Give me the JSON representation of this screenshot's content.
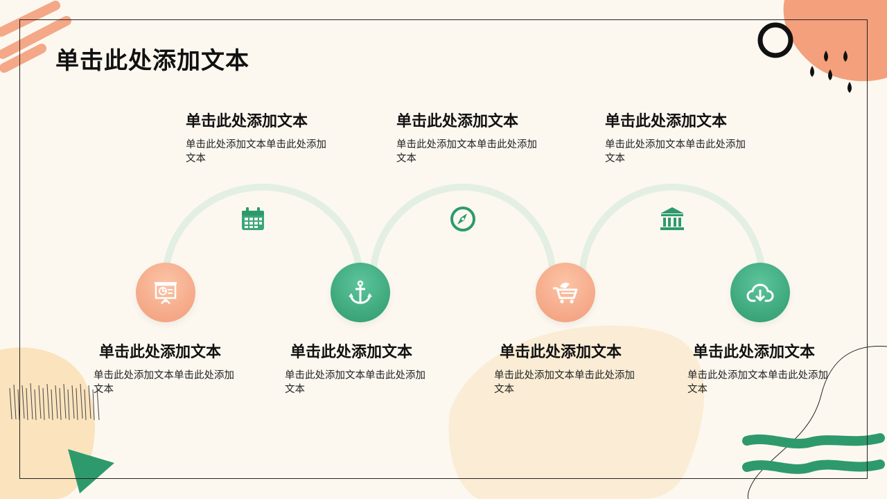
{
  "page": {
    "title": "单击此处添加文本"
  },
  "top_items": [
    {
      "heading": "单击此处添加文本",
      "body": "单击此处添加文本单击此处添加文本",
      "icon": "calendar-icon"
    },
    {
      "heading": "单击此处添加文本",
      "body": "单击此处添加文本单击此处添加文本",
      "icon": "compass-icon"
    },
    {
      "heading": "单击此处添加文本",
      "body": "单击此处添加文本单击此处添加文本",
      "icon": "bank-icon"
    }
  ],
  "bottom_items": [
    {
      "heading": "单击此处添加文本",
      "body": "单击此处添加文本单击此处添加文本",
      "icon": "presentation-board-icon",
      "color": "orange"
    },
    {
      "heading": "单击此处添加文本",
      "body": "单击此处添加文本单击此处添加文本",
      "icon": "anchor-icon",
      "color": "green"
    },
    {
      "heading": "单击此处添加文本",
      "body": "单击此处添加文本单击此处添加文本",
      "icon": "shopping-cart-icon",
      "color": "orange"
    },
    {
      "heading": "单击此处添加文本",
      "body": "单击此处添加文本单击此处添加文本",
      "icon": "cloud-download-icon",
      "color": "green"
    }
  ],
  "colors": {
    "background": "#fcf8f0",
    "orange_accent": "#f29c7a",
    "green_accent": "#2e9a6c",
    "arc": "#e3efe2"
  }
}
